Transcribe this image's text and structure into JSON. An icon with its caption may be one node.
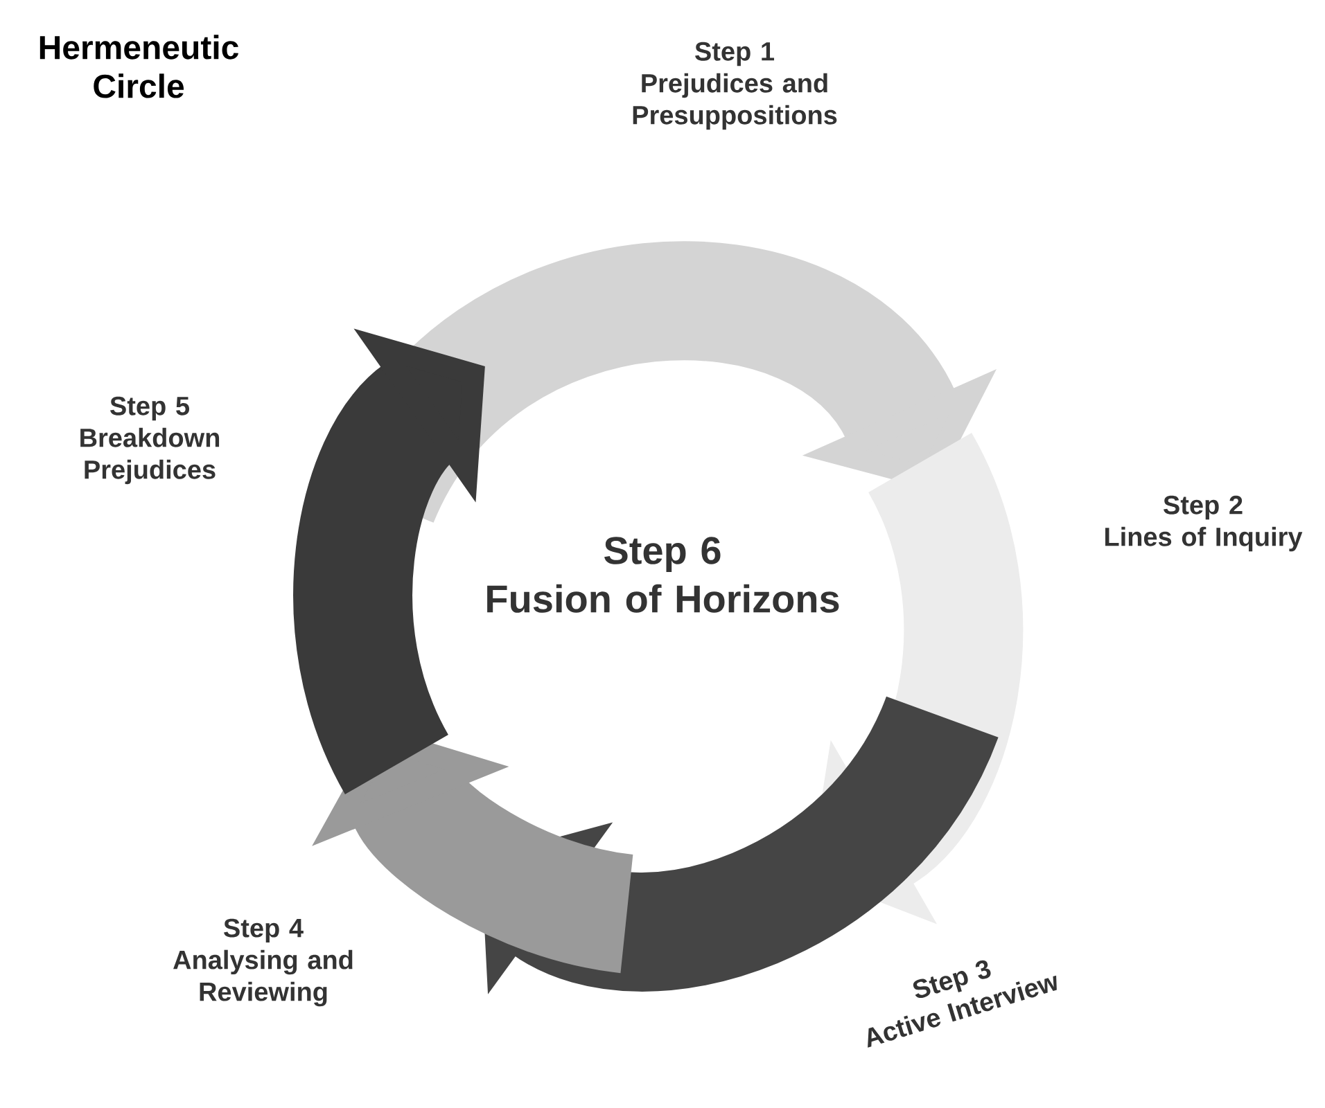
{
  "diagram": {
    "title": "Hermeneutic Circle",
    "nodes": [
      {
        "text": [
          "Step 1",
          "Prejudices and Presuppositions"
        ]
      },
      {
        "text": [
          "Step 2",
          "Lines of Inquiry"
        ]
      },
      {
        "text": [
          "Step 3",
          "Active Interview"
        ]
      },
      {
        "text": [
          "Step 4",
          "Analysing and Reviewing"
        ]
      },
      {
        "text": [
          "Step 5",
          "Breakdown Prejudices"
        ]
      },
      {
        "text": [
          "Step 6",
          "Fusion of Horizons"
        ]
      }
    ]
  }
}
